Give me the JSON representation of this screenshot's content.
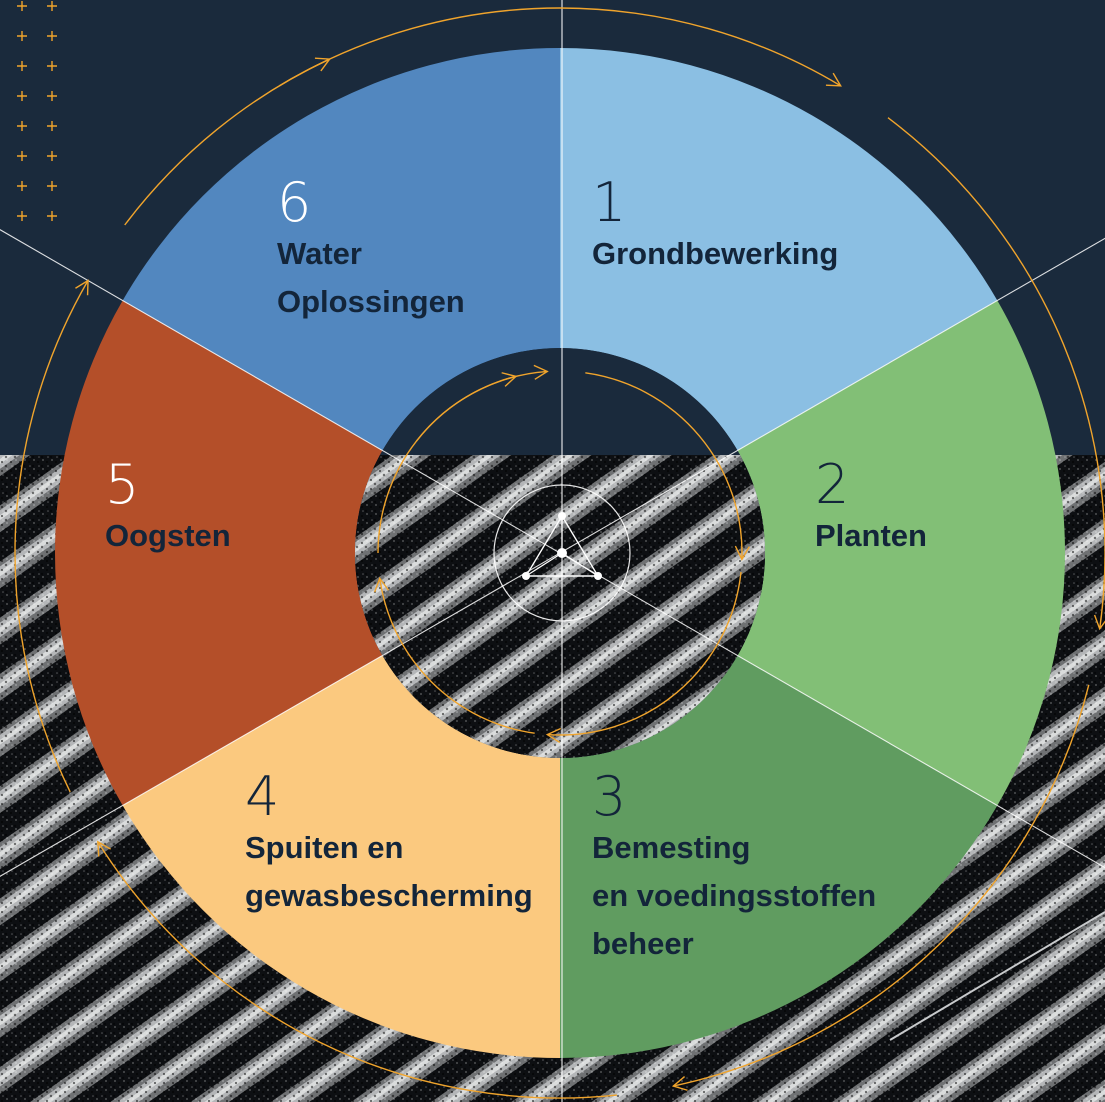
{
  "colors": {
    "navy": "#1a2a3c",
    "field_dark": "#0d0f12",
    "accent_orange": "#f0a42c",
    "segment_1": "#8bbfe3",
    "segment_2": "#82bf76",
    "segment_3": "#609c60",
    "segment_4": "#fbc97f",
    "segment_5": "#b44f29",
    "segment_6": "#5287bf",
    "label_text": "#13253a"
  },
  "segments": [
    {
      "number": "1",
      "title_lines": [
        "Grondbewerking"
      ]
    },
    {
      "number": "2",
      "title_lines": [
        "Planten"
      ]
    },
    {
      "number": "3",
      "title_lines": [
        "Bemesting",
        "en voedingsstoffen",
        "beheer"
      ]
    },
    {
      "number": "4",
      "title_lines": [
        "Spuiten en",
        "gewasbescherming"
      ]
    },
    {
      "number": "5",
      "title_lines": [
        "Oogsten"
      ]
    },
    {
      "number": "6",
      "title_lines": [
        "Water",
        "Oplossingen"
      ]
    }
  ],
  "icons": {
    "grid_decoration": "plus-grid-icon",
    "center_symbol": "triangle-network-icon",
    "cycle_arrows": "cycle-arrow-icon"
  }
}
